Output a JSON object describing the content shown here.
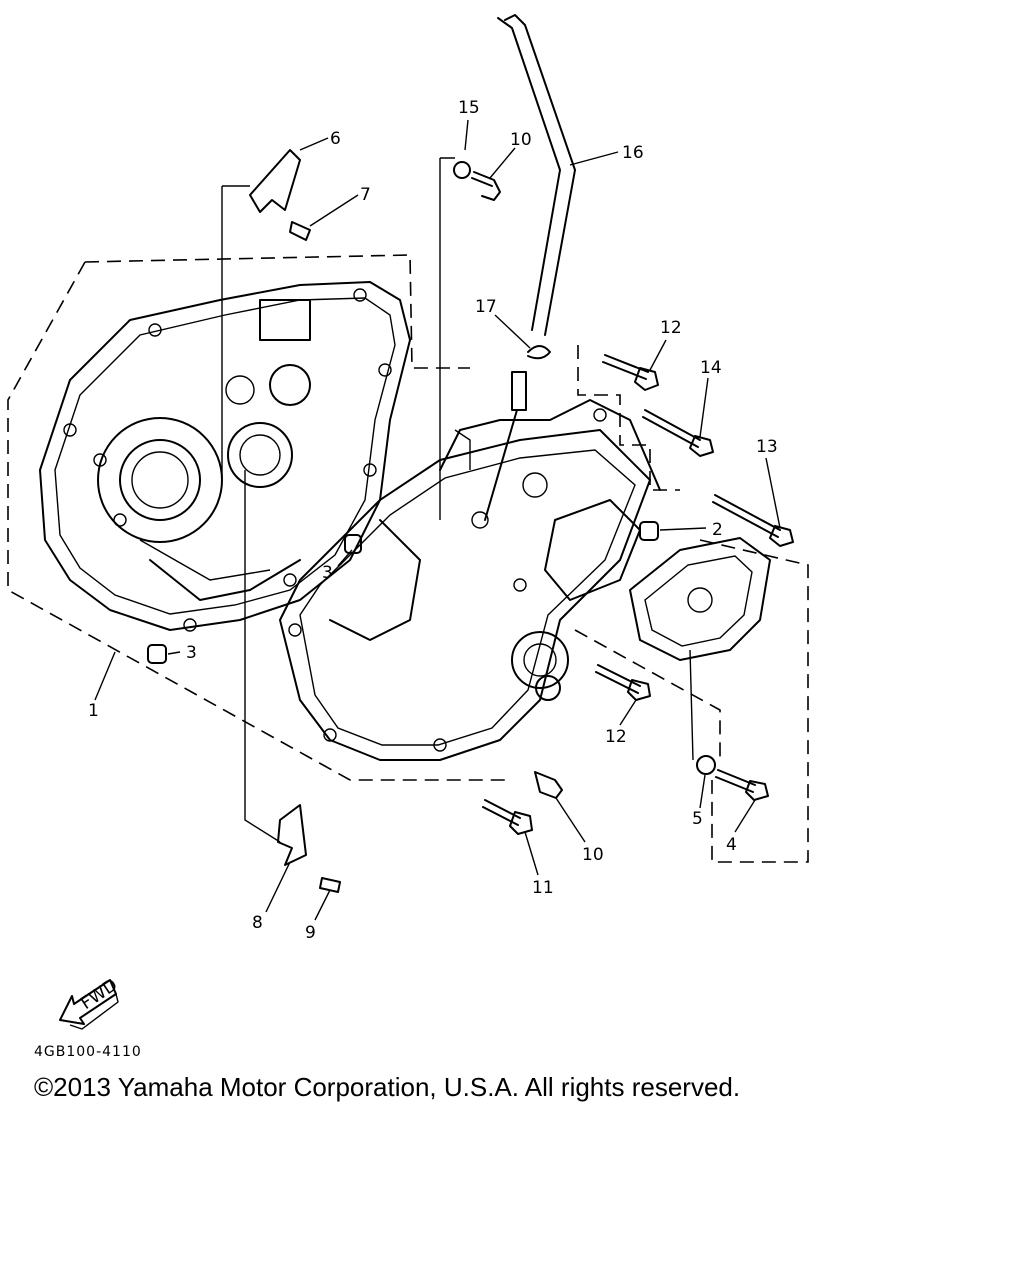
{
  "diagram": {
    "callouts": [
      "1",
      "2",
      "3",
      "3",
      "3",
      "4",
      "5",
      "6",
      "7",
      "8",
      "9",
      "10",
      "10",
      "11",
      "12",
      "12",
      "13",
      "14",
      "15",
      "16",
      "17"
    ],
    "fwd_label": "FWD",
    "diagram_code": "4GB100-4110"
  },
  "footer": {
    "copyright": "©2013 Yamaha Motor Corporation, U.S.A. All rights reserved."
  }
}
